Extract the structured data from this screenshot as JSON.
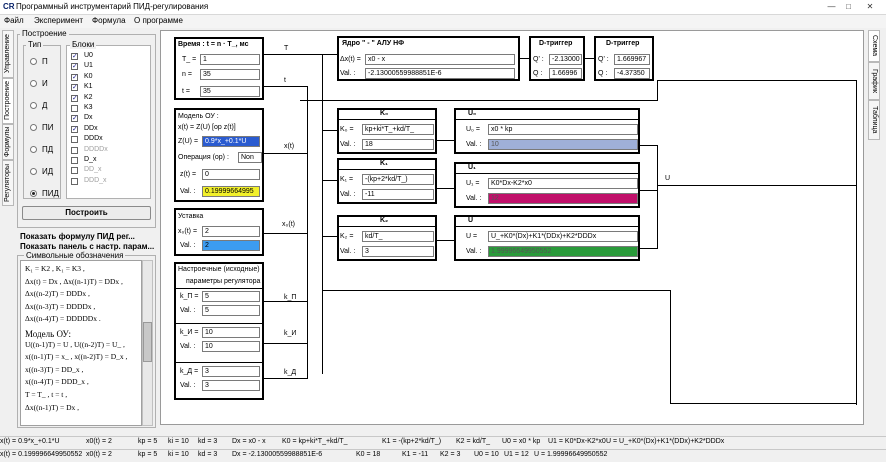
{
  "window": {
    "icon": "CR",
    "title": "Программный инструментарий ПИД-регулирования",
    "minimize": "—",
    "maximize": "□",
    "close": "✕"
  },
  "menu": [
    "Файл",
    "Эксперимент",
    "Формула",
    "О программе"
  ],
  "left_tabs": [
    "Регуляторы",
    "Формулы",
    "Построение",
    "Управление"
  ],
  "build": {
    "group_title": "Построение",
    "type_title": "Тип",
    "types": [
      "П",
      "И",
      "Д",
      "ПИ",
      "ПД",
      "ИД",
      "ПИД"
    ],
    "selected_type": "ПИД",
    "blocks_title": "Блоки",
    "blocks": [
      {
        "name": "U0",
        "checked": true,
        "enabled": true
      },
      {
        "name": "U1",
        "checked": true,
        "enabled": true
      },
      {
        "name": "K0",
        "checked": true,
        "enabled": true
      },
      {
        "name": "K1",
        "checked": true,
        "enabled": true
      },
      {
        "name": "K2",
        "checked": true,
        "enabled": true
      },
      {
        "name": "K3",
        "checked": false,
        "enabled": true
      },
      {
        "name": "Dx",
        "checked": true,
        "enabled": true
      },
      {
        "name": "DDx",
        "checked": true,
        "enabled": true
      },
      {
        "name": "DDDx",
        "checked": false,
        "enabled": true
      },
      {
        "name": "DDDDx",
        "checked": false,
        "enabled": false
      },
      {
        "name": "D_x",
        "checked": false,
        "enabled": true
      },
      {
        "name": "DD_x",
        "checked": false,
        "enabled": false
      },
      {
        "name": "DDD_x",
        "checked": false,
        "enabled": false
      }
    ],
    "button": "Построить"
  },
  "links": {
    "formula": "Показать формулу ПИД рег...",
    "panel": "Показать панель с настр. парам..."
  },
  "symbols": {
    "title": "Символьные обозначения",
    "lines": [
      "K₁ = K2 , K₁ = K3 ,",
      "Δx(t) = Dx , Δx((n-1)T) = DDx ,",
      "Δx((n-2)T) = DDDx ,",
      "Δx((n-3)T) = DDDDx ,",
      "Δx((n-4)T) = DDDDDx .",
      "Модель ОУ:",
      "U((n-1)T) = U , U((n-2)T) = U_ ,",
      "x((n-1)T) = x_ , x((n-2)T) = D_x ,",
      "x((n-3)T) = DD_x ,",
      "x((n-4)T) = DDD_x ,",
      "T = T_ , t = t ,",
      "Δx((n-1)T) = Dx ,"
    ]
  },
  "time_block": {
    "title": "Время : t = n · T_, мс",
    "labels": [
      "T_ =",
      "n =",
      "t ="
    ],
    "values": [
      "1",
      "35",
      "35"
    ],
    "out_T": "T",
    "out_t": "t"
  },
  "model_block": {
    "title": "Модель ОУ :",
    "formula": "x(t) = Z(U) [op z(t)]",
    "z_label": "Z(U) =",
    "z_value": "0.9*x_+0.1*U",
    "op_label": "Операция (op) :",
    "op_value": "Non",
    "x_label": "z(t) =",
    "x_value": "0",
    "val_label": "Val. :",
    "val_value": "0.19999664995",
    "out": "x(t)"
  },
  "setpoint_block": {
    "title": "Уставка",
    "label": "x₀(t) =",
    "value": "2",
    "val_label": "Val. :",
    "val_value": "2",
    "out": "x₀(t)"
  },
  "params_block": {
    "title1": "Настроечные (исходные)",
    "title2": "параметры регулятора",
    "rows": [
      {
        "label": "k_П =",
        "value": "5",
        "val_label": "Val. :",
        "val_value": "5",
        "out": "k_П"
      },
      {
        "label": "k_И =",
        "value": "10",
        "val_label": "Val. :",
        "val_value": "10",
        "out": "k_И"
      },
      {
        "label": "k_Д =",
        "value": "3",
        "val_label": "Val. :",
        "val_value": "3",
        "out": "k_Д"
      }
    ]
  },
  "core_block": {
    "title": "Ядро \" - \" АЛУ НФ",
    "label": "Δx(t) =",
    "value": "x0 - x",
    "val_label": "Val. :",
    "val_value": "-2.13000559988851E-6"
  },
  "dtrig1": {
    "title": "D-триггер",
    "q_label": "Q' :",
    "q_value": "-2.13000",
    "val_label": "Q :",
    "val_value": "1.66996"
  },
  "dtrig2": {
    "title": "D-триггер",
    "q_label": "Q' :",
    "q_value": "1.669967",
    "val_label": "Q :",
    "val_value": "-4.37350"
  },
  "k_blocks": [
    {
      "title": "K₀",
      "label": "K₀ =",
      "value": "kp+ki*T_+kd/T_",
      "val_label": "Val. :",
      "val_value": "18"
    },
    {
      "title": "K₁",
      "label": "K₁ =",
      "value": "-(kp+2*kd/T_)",
      "val_label": "Val. :",
      "val_value": "-11"
    },
    {
      "title": "K₂",
      "label": "K₂ =",
      "value": "kd/T_",
      "val_label": "Val. :",
      "val_value": "3"
    }
  ],
  "u_blocks": [
    {
      "title": "U₀",
      "label": "U₀ =",
      "value": "x0 * kp",
      "val_label": "Val. :",
      "val_value": "10",
      "color": "#9fb0d8"
    },
    {
      "title": "U₁",
      "label": "U₁ =",
      "value": "K0*Dx-K2*x0",
      "val_label": "Val. :",
      "val_value": "12",
      "color": "#c0106a"
    },
    {
      "title": "U",
      "label": "U =",
      "value": "U_+K0*(Dx)+K1*(DDx)+K2*DDDx",
      "val_label": "Val. :",
      "val_value": "1.99996649950552",
      "color": "#2a9a3a"
    }
  ],
  "out_U": "U",
  "right_tabs": [
    "Схема",
    "График",
    "Таблица"
  ],
  "status_row1": [
    "x(t) = 0.9*x_+0.1*U",
    "x0(t) = 2",
    "kp = 5",
    "ki = 10",
    "kd = 3",
    "Dx = x0 - x",
    "K0 = kp+ki*T_+kd/T_",
    "K1 = -(kp+2*kd/T_)",
    "K2 = kd/T_",
    "U0 = x0 * kp",
    "U1 = K0*Dx-K2*x0",
    "U = U_+K0*(Dx)+K1*(DDx)+K2*DDDx"
  ],
  "status_row2": [
    "x(t) = 0.199996649950552",
    "x0(t) = 2",
    "kp = 5",
    "ki = 10",
    "kd = 3",
    "Dx = -2.13000559988851E-6",
    "K0 = 18",
    "K1 = -11",
    "K2 = 3",
    "U0 = 10",
    "U1 = 12",
    "U = 1.99996649950552"
  ]
}
